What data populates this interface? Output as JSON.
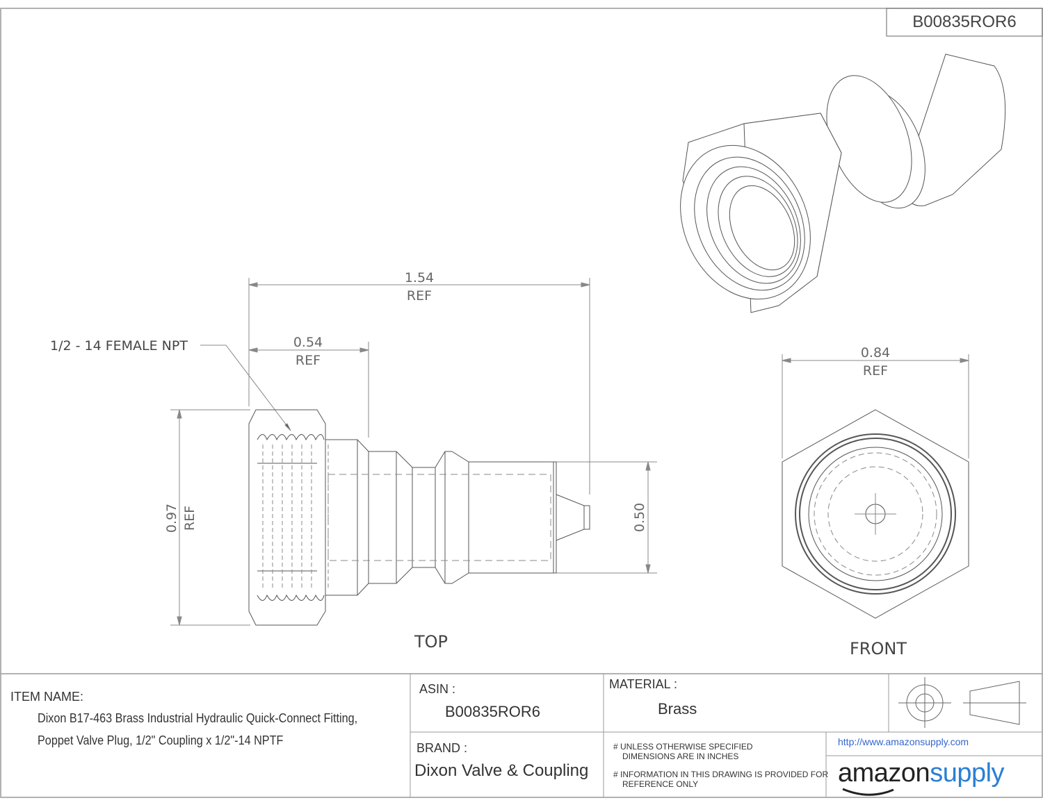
{
  "asin_box": "B00835ROR6",
  "views": {
    "top": "TOP",
    "front": "FRONT"
  },
  "callout": "1/2 - 14 FEMALE NPT",
  "dimensions": {
    "overall_length": {
      "value": "1.54",
      "note": "REF"
    },
    "hex_length": {
      "value": "0.54",
      "note": "REF"
    },
    "hex_height": {
      "value": "0.97",
      "note": "REF"
    },
    "plug_diameter": {
      "value": "0.50"
    },
    "hex_width": {
      "value": "0.84",
      "note": "REF"
    }
  },
  "title_block": {
    "item_name_label": "ITEM NAME:",
    "item_name_line1": "Dixon B17-463 Brass Industrial Hydraulic Quick-Connect Fitting,",
    "item_name_line2": "Poppet Valve Plug, 1/2\" Coupling x 1/2\"-14 NPTF",
    "asin_label": "ASIN :",
    "asin_value": "B00835ROR6",
    "material_label": "MATERIAL :",
    "material_value": "Brass",
    "brand_label": "BRAND :",
    "brand_value": "Dixon Valve & Coupling",
    "note1_line1": "# UNLESS OTHERWISE SPECIFIED",
    "note1_line2": "DIMENSIONS ARE IN INCHES",
    "note2_line1": "# INFORMATION IN THIS DRAWING IS PROVIDED FOR",
    "note2_line2": "REFERENCE ONLY",
    "url": "http://www.amazonsupply.com",
    "logo_part1": "amazon",
    "logo_part2": "supply"
  },
  "colors": {
    "line": "#555555",
    "link": "#3366cc",
    "logo_blue": "#2a7fd4"
  }
}
